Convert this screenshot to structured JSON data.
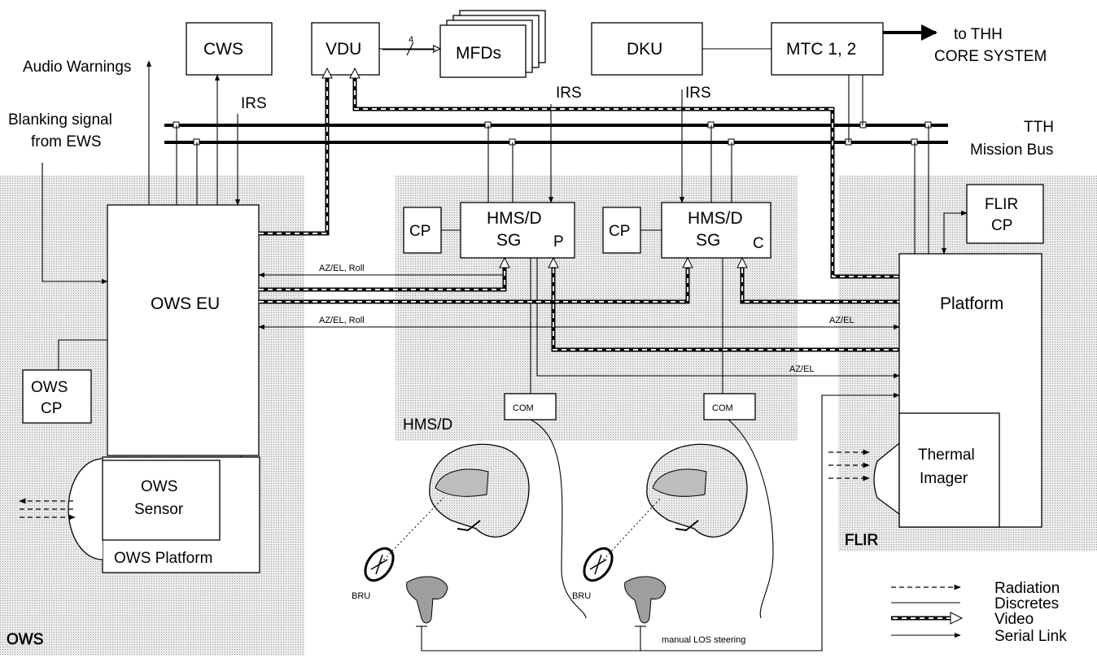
{
  "zones": {
    "ows": "OWS",
    "hmsd": "HMS/D",
    "flir": "FLIR"
  },
  "boxes": {
    "cws": "CWS",
    "vdu": "VDU",
    "mfds": "MFDs",
    "dku": "DKU",
    "mtc": "MTC 1, 2",
    "ows_eu": "OWS EU",
    "ows_cp_line1": "OWS",
    "ows_cp_line2": "CP",
    "ows_sensor_line1": "OWS",
    "ows_sensor_line2": "Sensor",
    "ows_platform": "OWS Platform",
    "cp_left": "CP",
    "cp_right": "CP",
    "hmsd_p_line1": "HMS/D",
    "hmsd_p_line2": "SG",
    "hmsd_p_suffix": "P",
    "hmsd_c_line1": "HMS/D",
    "hmsd_c_line2": "SG",
    "hmsd_c_suffix": "C",
    "flir_cp_line1": "FLIR",
    "flir_cp_line2": "CP",
    "platform": "Platform",
    "thermal_line1": "Thermal",
    "thermal_line2": "Imager",
    "com_left": "COM",
    "com_right": "COM"
  },
  "labels": {
    "to_thh_line1": "to THH",
    "to_thh_line2": "CORE SYSTEM",
    "audio_warnings": "Audio Warnings",
    "blanking_line1": "Blanking signal",
    "blanking_line2": "from EWS",
    "irs_1": "IRS",
    "irs_2": "IRS",
    "irs_3": "IRS",
    "tth_line1": "TTH",
    "tth_line2": "Mission Bus",
    "azel_roll_1": "AZ/EL, Roll",
    "azel_roll_2": "AZ/EL, Roll",
    "azel_1": "AZ/EL",
    "azel_2": "AZ/EL",
    "bru_left": "BRU",
    "bru_right": "BRU",
    "manual_los": "manual LOS steering",
    "bus_count": "4"
  },
  "legend": {
    "radiation": "Radiation",
    "discretes": "Discretes",
    "video": "Video",
    "serial_link": "Serial Link"
  }
}
